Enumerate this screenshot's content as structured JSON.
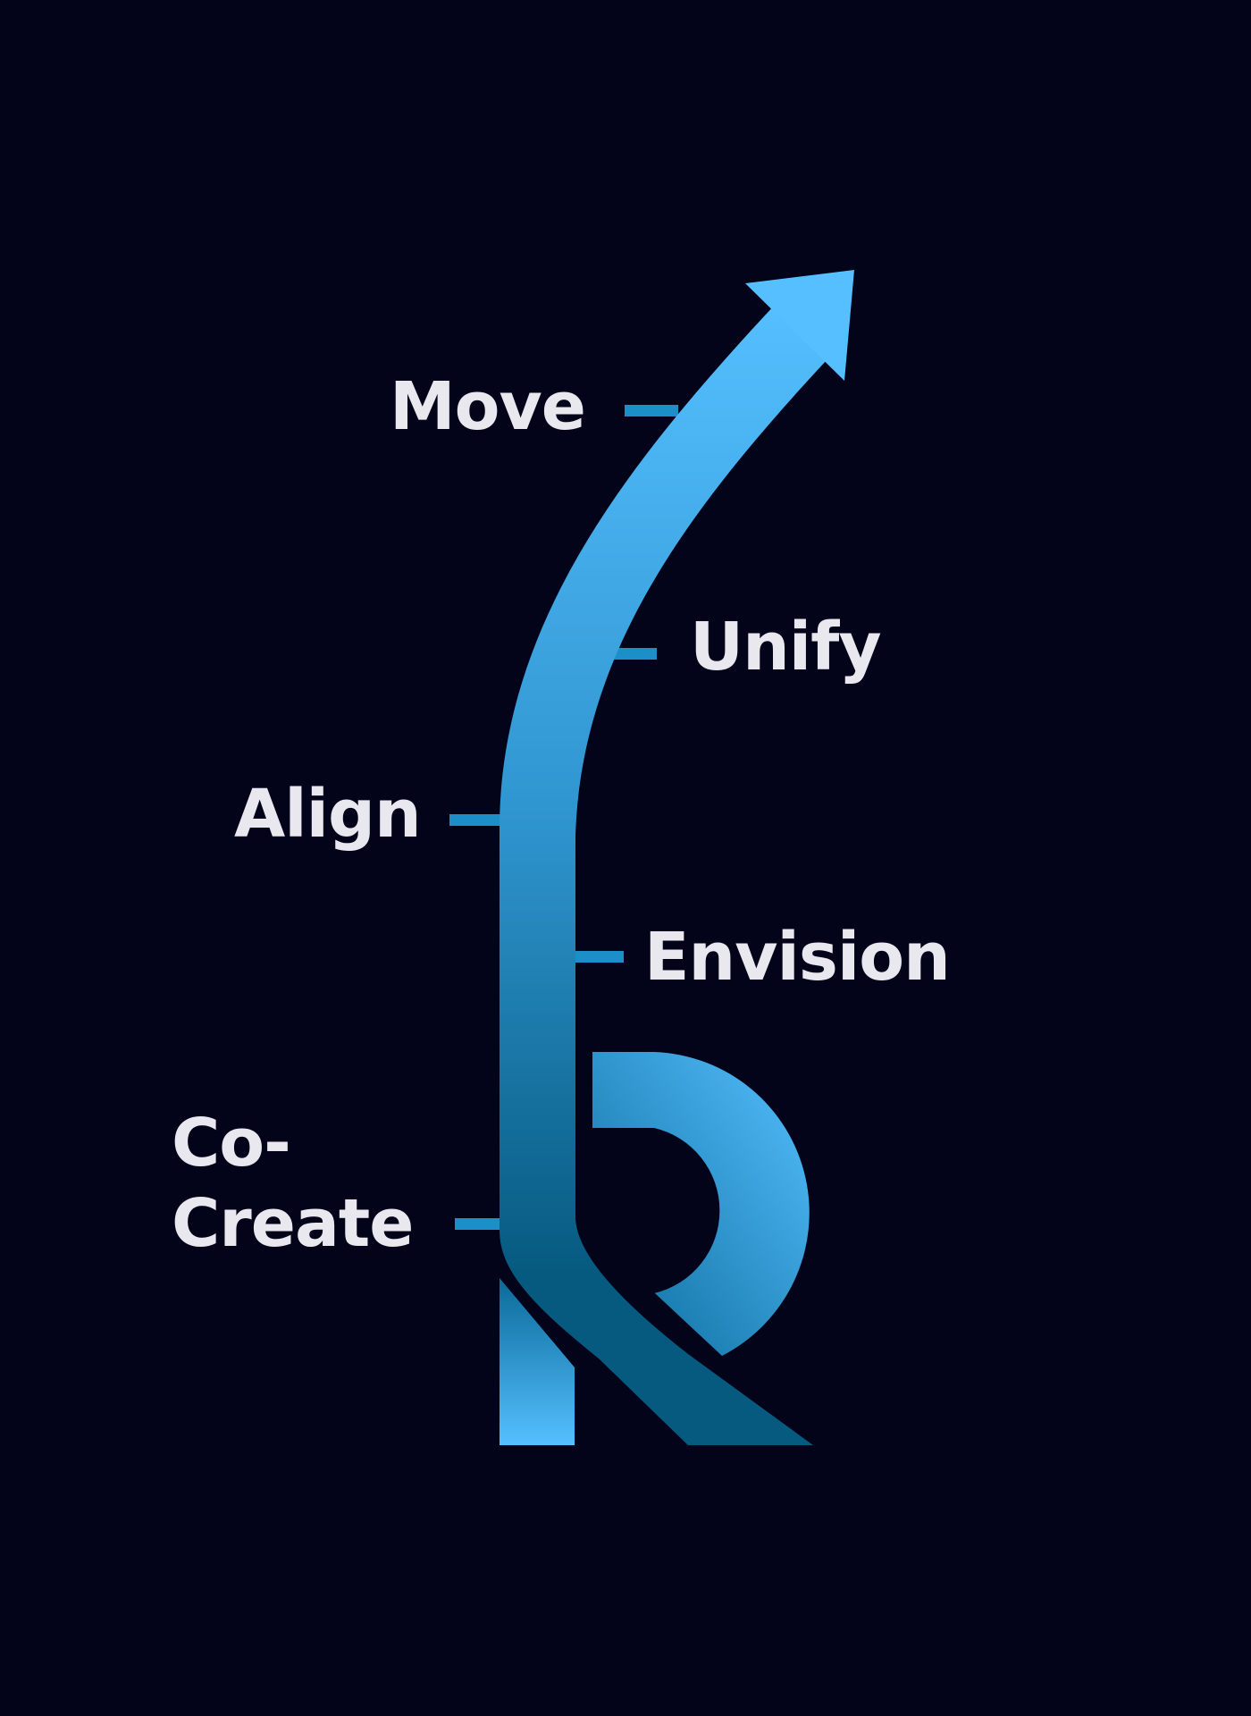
{
  "diagram": {
    "labels": {
      "move": "Move",
      "unify": "Unify",
      "align": "Align",
      "envision": "Envision",
      "cocreate_line1": "Co-",
      "cocreate_line2": "Create"
    }
  },
  "colors": {
    "background": "#03031a",
    "label_text": "#e8e8ee",
    "gradient_light": "#55bfff",
    "gradient_mid": "#2f95cf",
    "gradient_dark": "#065a80",
    "connector": "#1d8fc8"
  },
  "icons": {
    "arrow": "upward-curved-arrow",
    "logo": "k-shaped-stem"
  }
}
